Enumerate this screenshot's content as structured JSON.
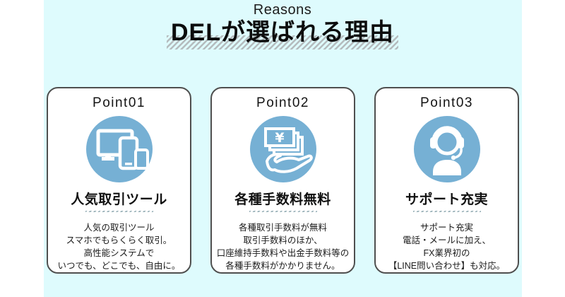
{
  "header": {
    "eyebrow": "Reasons",
    "title": "DELが選ばれる理由"
  },
  "cards": [
    {
      "label": "Point01",
      "icon": "devices-icon",
      "subtitle": "人気取引ツール",
      "body_lines": [
        "人気の取引ツール",
        "スマホでもらくらく取引。",
        "高性能システムで",
        "いつでも、どこでも、自由に。"
      ]
    },
    {
      "label": "Point02",
      "icon": "fee-free-money-hand-icon",
      "subtitle": "各種手数料無料",
      "body_lines": [
        "各種取引手数料が無料",
        "取引手数料のほか、",
        "口座維持手数料や出金手数料等の",
        "各種手数料がかかりません。"
      ]
    },
    {
      "label": "Point03",
      "icon": "support-headset-icon",
      "subtitle": "サポート充実",
      "body_lines": [
        "サポート充実",
        "電話・メールに加え、",
        "FX業界初の",
        "【LINE問い合わせ】も対応。"
      ]
    }
  ],
  "colors": {
    "page_bg": "#ffffff",
    "content_bg": "#defbfd",
    "icon_circle_blue": "#76b0d4",
    "title_hatch_gray": "#b5bcbe",
    "underline_hatch_gray_blue": "#9cb3ba",
    "card_border": "#4f4f4f",
    "text": "#111111"
  }
}
